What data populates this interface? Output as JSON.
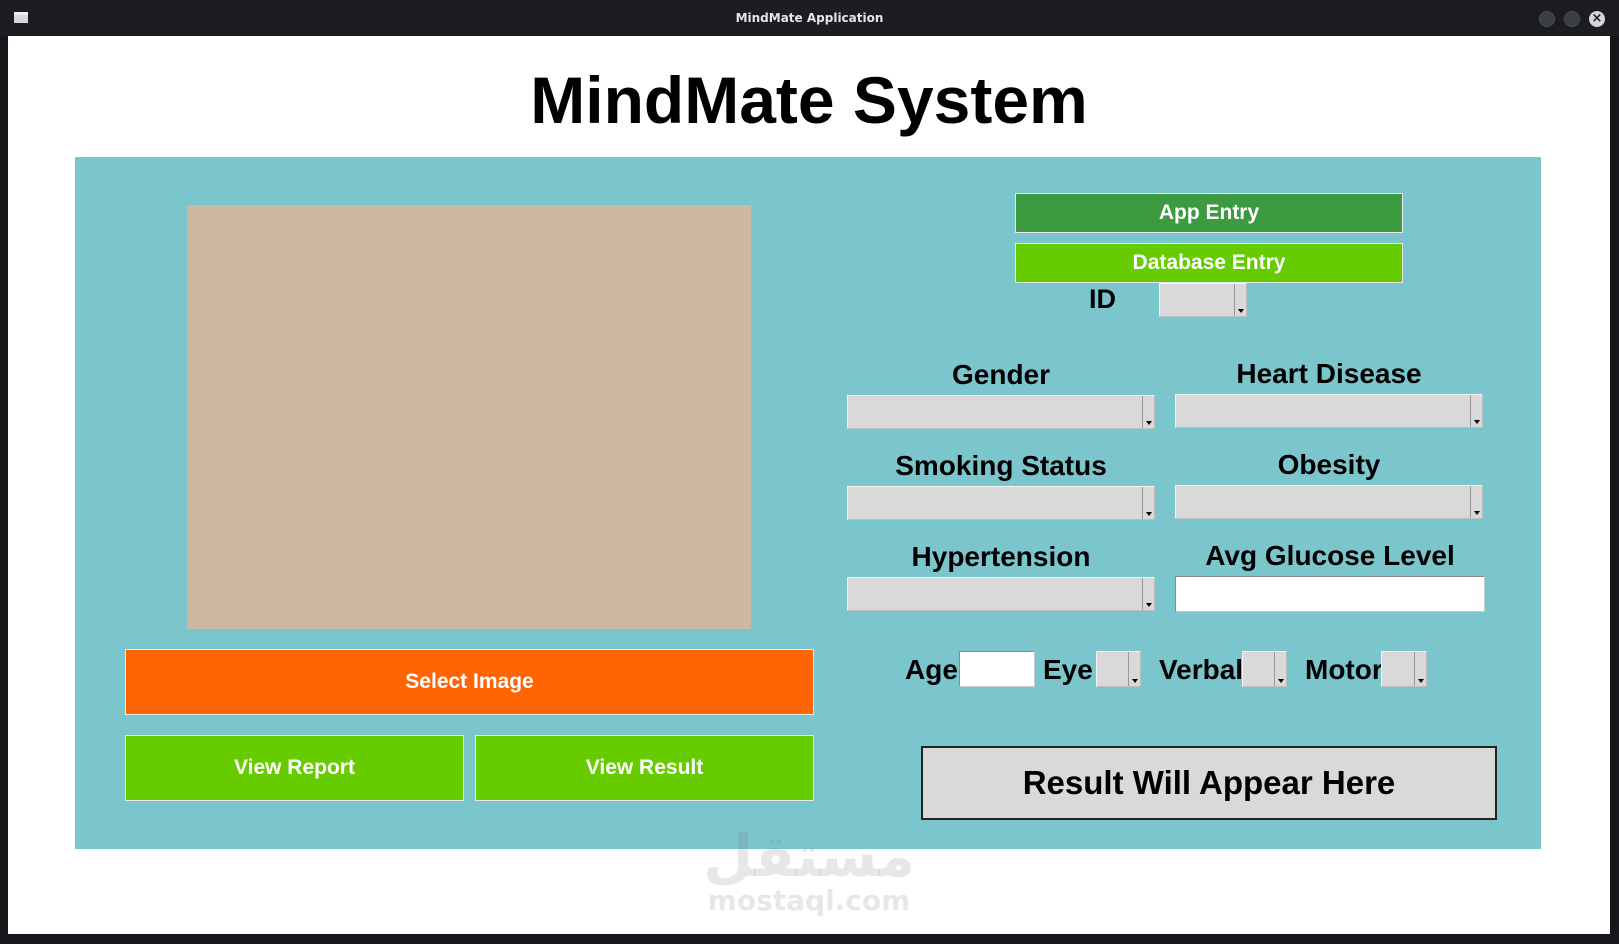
{
  "window": {
    "title": "MindMate Application",
    "close_glyph": "×"
  },
  "header": {
    "title": "MindMate System"
  },
  "left": {
    "select_image_label": "Select Image",
    "view_report_label": "View Report",
    "view_result_label": "View Result"
  },
  "right": {
    "app_entry_label": "App Entry",
    "database_entry_label": "Database Entry",
    "id_label": "ID",
    "gender_label": "Gender",
    "heart_disease_label": "Heart Disease",
    "smoking_status_label": "Smoking Status",
    "obesity_label": "Obesity",
    "hypertension_label": "Hypertension",
    "avg_glucose_label": "Avg Glucose Level",
    "age_label": "Age",
    "eye_label": "Eye",
    "verbal_label": "Verbal",
    "motor_label": "Motor",
    "result_text": "Result Will Appear Here"
  },
  "colors": {
    "panel": "#7bc5cd",
    "image_placeholder": "#cdb8a0",
    "select_image_button": "#ff6405",
    "green_button": "#66cc00",
    "app_entry_button": "#3c9a40",
    "combo_bg": "#d9d9d9"
  },
  "watermark": {
    "arabic": "مستقل",
    "latin": "mostaql.com"
  },
  "icons": {
    "app_icon": "window-icon",
    "dropdown_arrow": "chevron-down-icon"
  }
}
